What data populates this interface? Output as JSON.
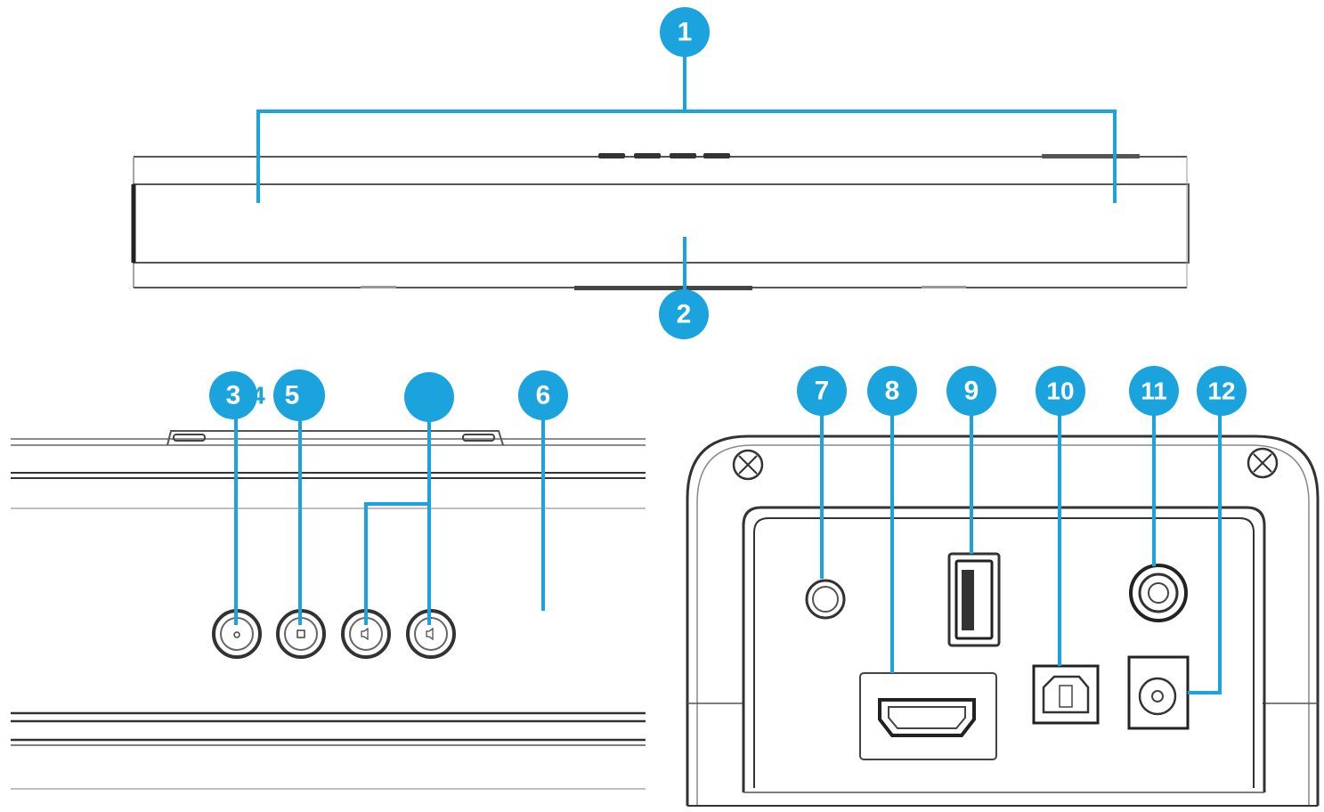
{
  "colors": {
    "accent": "#1aa3dc",
    "line": "#2b2b2b",
    "light": "#bfbfbf"
  },
  "callouts": {
    "c1": "1",
    "c2": "2",
    "c3": "3",
    "c4": "4",
    "c5": "5",
    "c6": "6",
    "c7": "7",
    "c8": "8",
    "c9": "9",
    "c10": "10",
    "c11": "11",
    "c12": "12"
  },
  "icons": {
    "power_button": "power-icon",
    "source_button": "source-icon",
    "volume_down_button": "volume-down-icon",
    "volume_up_button": "volume-up-icon",
    "aux_port": "aux-jack-icon",
    "hdmi_port": "hdmi-port-icon",
    "usb_port": "usb-port-icon",
    "optical_port": "optical-port-icon",
    "subwoofer_port": "audio-jack-icon",
    "dc_power_port": "dc-power-icon",
    "screw": "screw-icon"
  }
}
